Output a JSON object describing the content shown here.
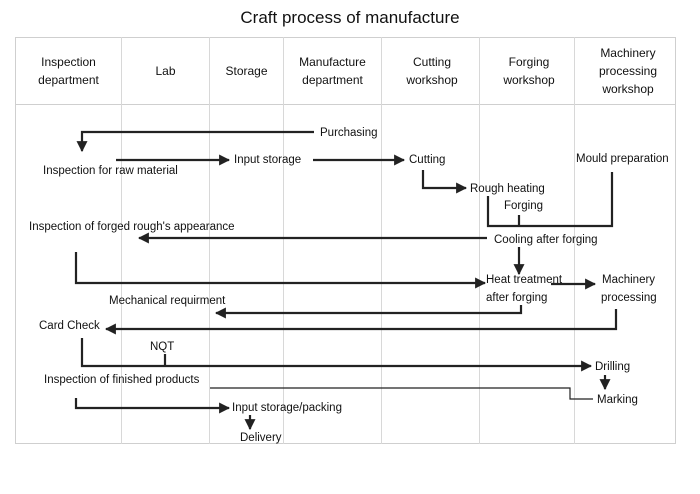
{
  "title": "Craft process of manufacture",
  "columns": [
    {
      "id": "inspection",
      "label": "Inspection department"
    },
    {
      "id": "lab",
      "label": "Lab"
    },
    {
      "id": "storage",
      "label": "Storage"
    },
    {
      "id": "manufacture",
      "label": "Manufacture department"
    },
    {
      "id": "cutting",
      "label": "Cutting workshop"
    },
    {
      "id": "forging",
      "label": "Forging workshop"
    },
    {
      "id": "machinery",
      "label": "Machinery processing workshop"
    }
  ],
  "nodes": {
    "purchasing": "Purchasing",
    "inspection_raw": "Inspection for raw material",
    "input_storage": "Input storage",
    "cutting": "Cutting",
    "mould_preparation": "Mould preparation",
    "rough_heating": "Rough heating",
    "forging": "Forging",
    "inspection_forged": "Inspection of forged rough's appearance",
    "cooling_after_forging": "Cooling after forging",
    "heat_treatment_line1": "Heat treatment",
    "heat_treatment_line2": "after forging",
    "machinery_processing_line1": "Machinery",
    "machinery_processing_line2": "processing",
    "mechanical_requirment": "Mechanical requirment",
    "card_check": "Card Check",
    "nqt": "NQT",
    "drilling": "Drilling",
    "inspection_finished": "Inspection of finished products",
    "marking": "Marking",
    "input_storage_packing": "Input storage/packing",
    "delivery": "Delivery"
  }
}
